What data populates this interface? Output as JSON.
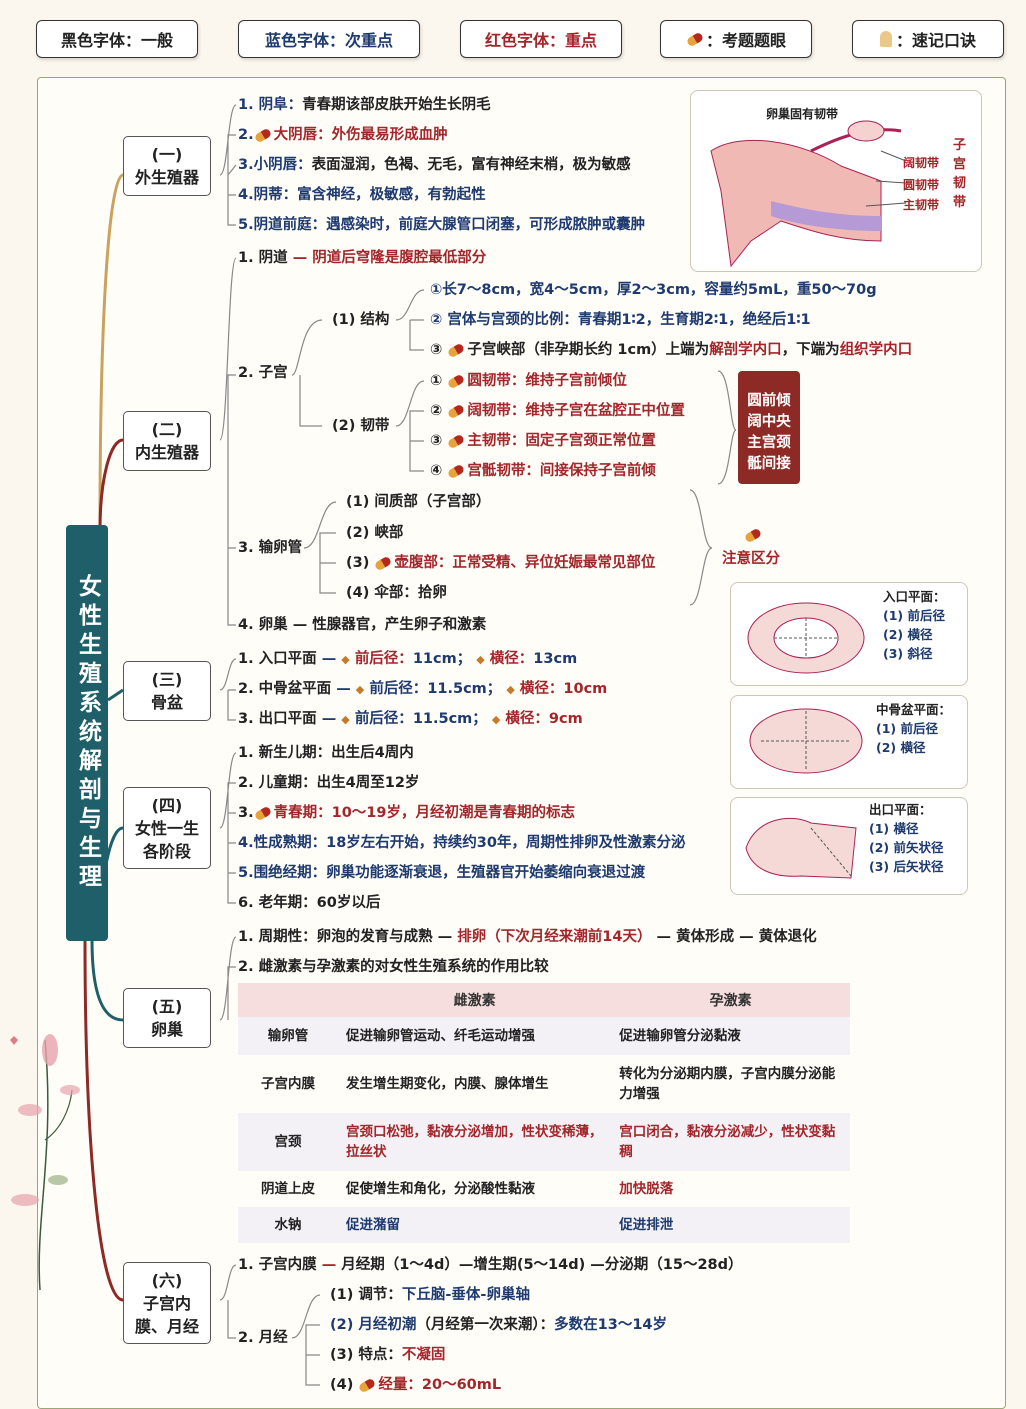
{
  "legend": [
    {
      "label": "黑色字体：一般"
    },
    {
      "label": "蓝色字体：次重点"
    },
    {
      "label": "红色字体：重点"
    },
    {
      "label": "：考题题眼"
    },
    {
      "label": "：速记口诀"
    }
  ],
  "title": "女性生殖系统解剖与生理",
  "sections": {
    "s1": {
      "label": "(一)\n外生殖器",
      "items": [
        "1. 阴阜：",
        "青春期该部皮肤开始生长阴毛",
        "2.",
        "大阴唇：外伤最易形成血肿",
        "3.小阴唇：",
        "表面湿润，色褐、无毛，富有神经末梢，极为敏感",
        "4.阴蒂：",
        "富含神经，极敏感，有勃起性",
        "5.阴道前庭：",
        "遇感染时，前庭大腺管口闭塞，可形成脓肿或囊肿"
      ]
    },
    "s2": {
      "label": "(二)\n内生殖器",
      "vagina": "1. 阴道",
      "vagina_note": "阴道后穹隆是腹腔最低部分",
      "uterus": "2. 子宫",
      "structure": "(1) 结构",
      "ligament": "(2) 韧带",
      "st1": "①长7～8cm，宽4～5cm，厚2～3cm，容量约5mL，重50～70g",
      "st2a": "② 宫体与宫颈的比例：",
      "st2b": "青春期1∶2，生育期2∶1，绝经后1∶1",
      "st3a": "③",
      "st3b": "子宫峡部（非孕期长约 1cm）上端为",
      "st3c": "解剖学内口",
      "st3d": "，下端为",
      "st3e": "组织学内口",
      "lg": [
        {
          "n": "①",
          "t": "圆韧带：维持子宫前倾位"
        },
        {
          "n": "②",
          "t": "阔韧带：维持子宫在盆腔正中位置"
        },
        {
          "n": "③",
          "t": "主韧带：固定子宫颈正常位置"
        },
        {
          "n": "④",
          "t": "宫骶韧带：间接保持子宫前倾"
        }
      ],
      "mnemonic": [
        "圆前倾",
        "阔中央",
        "主宫颈",
        "骶间接"
      ],
      "tube": "3. 输卵管",
      "tb": [
        "(1) 间质部（子宫部）",
        "(2) 峡部",
        "(3)",
        "壶腹部：正常受精、异位妊娠最常见部位",
        "(4) 伞部：拾卵"
      ],
      "tube_note": "注意区分",
      "ovary": "4. 卵巢",
      "ovary_note": "性腺器官，产生卵子和激素"
    },
    "s3": {
      "label": "(三)\n骨盆",
      "rows": [
        {
          "a": "1. 入口平面",
          "b": "前后径：",
          "c": "11cm；",
          "d": "横径：",
          "e": "13cm"
        },
        {
          "a": "2. 中骨盆平面",
          "b": "前后径：",
          "c": "11.5cm；",
          "d": "横径：",
          "e": "10cm"
        },
        {
          "a": "3. 出口平面",
          "b": "前后径：",
          "c": "11.5cm；",
          "d": "横径：",
          "e": "9cm"
        }
      ]
    },
    "s4": {
      "label": "(四)\n女性一生\n各阶段",
      "items": [
        "1. 新生儿期：出生后4周内",
        "2. 儿童期：出生4周至12岁",
        "3.",
        "青春期：",
        "10～19岁，月经初潮是青春期的标志",
        "4.性成熟期：",
        "18岁左右开始，持续约30年，周期性排卵及性激素分泌",
        "5.围绝经期：",
        "卵巢功能逐渐衰退，生殖器官开始萎缩向衰退过渡",
        "6. 老年期：60岁以后"
      ]
    },
    "s5": {
      "label": "(五)\n卵巢",
      "c1a": "1. 周期性：卵泡的发育与成熟 —",
      "c1b": "排卵",
      "c1c": "（下次月经来潮前14天）",
      "c1d": "— 黄体形成 — 黄体退化",
      "c2": "2. 雌激素与孕激素的对女性生殖系统的作用比较",
      "table": {
        "headers": [
          "",
          "雌激素",
          "孕激素"
        ]
      }
    },
    "s6": {
      "label": "(六)\n子宫内\n膜、月经",
      "e1a": "1. 子宫内膜",
      "e1b": "月经期（1～4d）—增生期(5～14d) —分泌期（15～28d）",
      "m": "2. 月经",
      "m1a": "(1) 调节：",
      "m1b": "下丘脑-垂体-卵巢轴",
      "m2a": "(2) 月经初潮",
      "m2b": "（月经第一次来潮）：",
      "m2c": "多数在13～14岁",
      "m3a": "(3) 特点：",
      "m3b": "不凝固",
      "m4a": "(4)",
      "m4b": "经量：",
      "m4c": "20～60mL"
    }
  },
  "table_rows": [
    {
      "h": "输卵管",
      "e": "促进输卵管运动、纤毛运动增强",
      "p": "促进输卵管分泌黏液"
    },
    {
      "h": "子宫内膜",
      "e": "发生增生期变化，内膜、腺体增生",
      "p": "转化为分泌期内膜，子宫内膜分泌能力增强"
    },
    {
      "h": "宫颈",
      "e": "宫颈口松弛，黏液分泌增加，性状变稀薄，拉丝状",
      "p": "宫口闭合，黏液分泌减少，性状变黏稠"
    },
    {
      "h": "阴道上皮",
      "e": "促使增生和角化，分泌酸性黏液",
      "p": "加快脱落"
    },
    {
      "h": "水钠",
      "e": "促进潴留",
      "p": "促进排泄"
    }
  ],
  "images": {
    "uterus_lig": {
      "top": "卵巢固有韧带",
      "l1": "阔韧带",
      "l2": "圆韧带",
      "l3": "主韧带",
      "side": "子宫韧带"
    },
    "inlet": {
      "title": "入口平面：",
      "a": "(1) 前后径",
      "b": "(2) 横径",
      "c": "(3) 斜径"
    },
    "mid": {
      "title": "中骨盆平面：",
      "a": "(1) 前后径",
      "b": "(2) 横径"
    },
    "outlet": {
      "title": "出口平面：",
      "a": "(1) 横径",
      "b": "(2) 前矢状径",
      "c": "(3) 后矢状径"
    }
  },
  "colors": {
    "primary": "#1f5f6a",
    "blue": "#1e3a6e",
    "red": "#a3262a",
    "branch_tan": "#c9a25e",
    "branch_red": "#8e2a26"
  }
}
